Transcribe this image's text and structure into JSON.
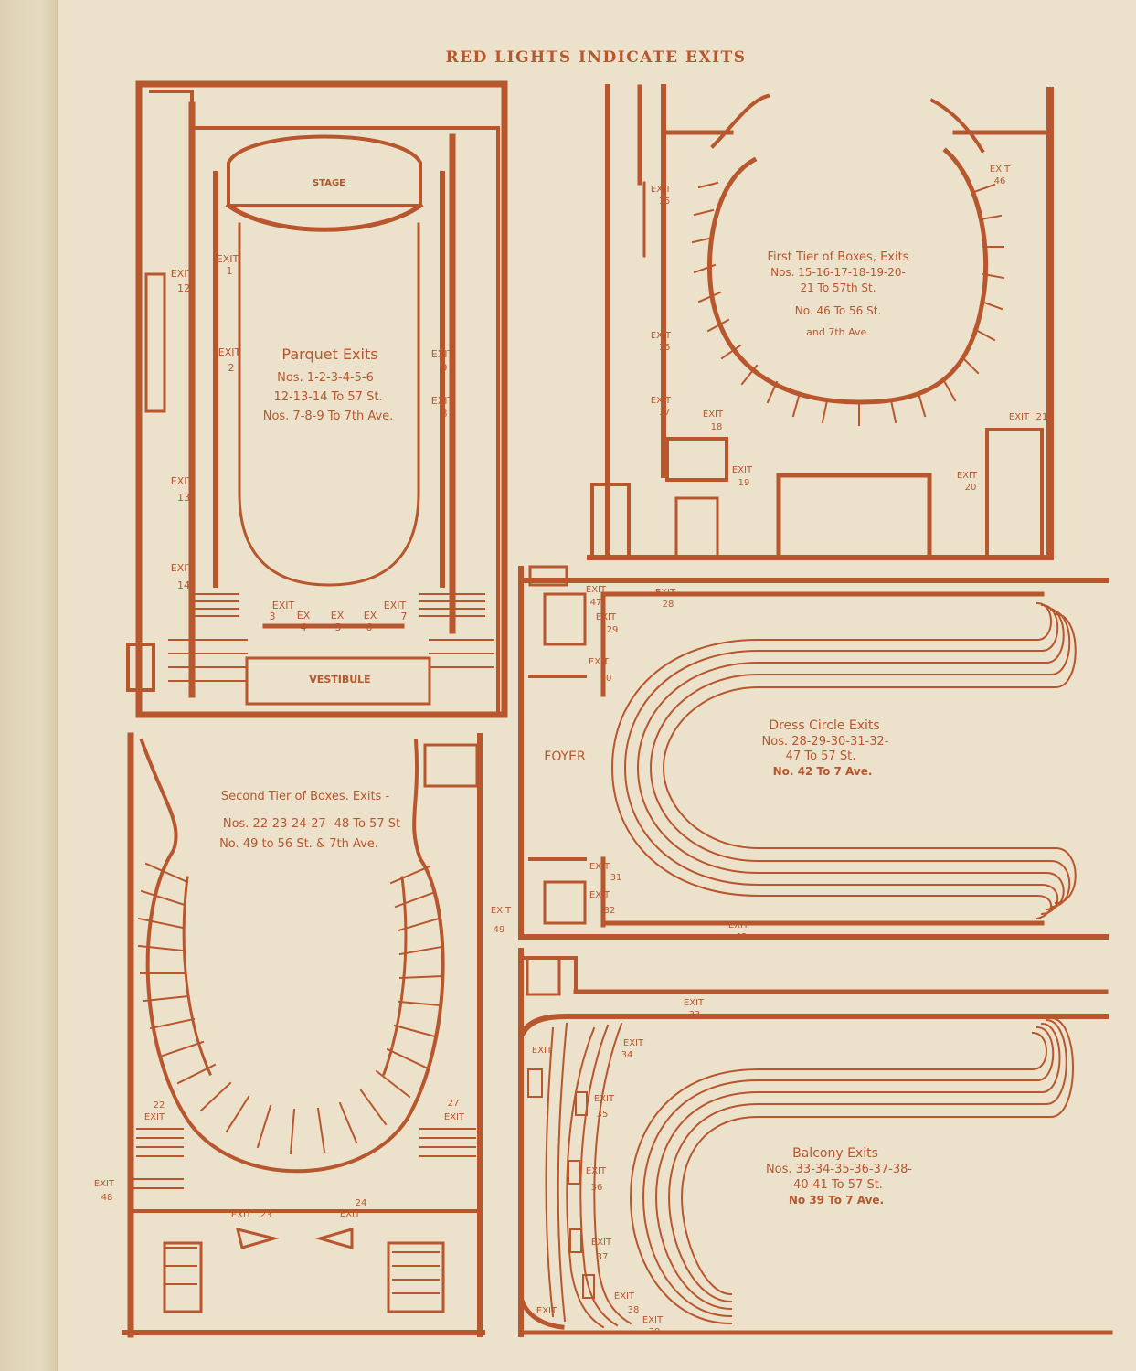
{
  "header": {
    "title": "RED LIGHTS INDICATE EXITS"
  },
  "colors": {
    "ink": "#b8562e",
    "paper": "#ece2cb"
  },
  "parquet": {
    "stage_label": "STAGE",
    "vestibule_label": "VESTIBULE",
    "title": "Parquet Exits",
    "line1": "Nos. 1-2-3-4-5-6",
    "line2": "12-13-14 To 57 St.",
    "line3": "Nos. 7-8-9 To 7th Ave."
  },
  "first_tier": {
    "title": "First Tier of Boxes, Exits",
    "line1": "Nos. 15-16-17-18-19-20-",
    "line2": "21 To 57th St.",
    "line3": "No. 46 To 56 St.",
    "line4": "and 7th Ave."
  },
  "second_tier": {
    "title": "Second Tier of Boxes. Exits -",
    "line1": "Nos. 22-23-24-27- 48 To 57 St",
    "line2": "No. 49 to 56 St. & 7th Ave."
  },
  "dress_circle": {
    "foyer_label": "FOYER",
    "title": "Dress Circle Exits",
    "line1": "Nos. 28-29-30-31-32-",
    "line2": "47 To 57 St.",
    "line3": "No. 42 To 7 Ave."
  },
  "balcony": {
    "title": "Balcony Exits",
    "line1": "Nos. 33-34-35-36-37-38-",
    "line2": "40-41 To 57 St.",
    "line3": "No 39 To 7 Ave."
  },
  "exit_word": "EXIT",
  "exit_short": "EX",
  "exit_labels": {
    "e1": "1",
    "e2": "2",
    "e3": "3",
    "e4": "4",
    "e5": "5",
    "e6": "6",
    "e7": "7",
    "e8": "8",
    "e9": "9",
    "e12": "12",
    "e13": "13",
    "e14": "14",
    "e15": "15",
    "e16": "16",
    "e17": "17",
    "e18": "18",
    "e19": "19",
    "e20": "20",
    "e21": "21",
    "e46": "46",
    "e22": "22",
    "e23": "23",
    "e24": "24",
    "e27": "27",
    "e48": "48",
    "e49": "49",
    "e28": "28",
    "e29": "29",
    "e30": "30",
    "e31": "31",
    "e32": "32",
    "e42": "42",
    "e47": "47",
    "e33": "33",
    "e34": "34",
    "e35": "35",
    "e36": "36",
    "e37": "37",
    "e38": "38",
    "e39": "39"
  }
}
